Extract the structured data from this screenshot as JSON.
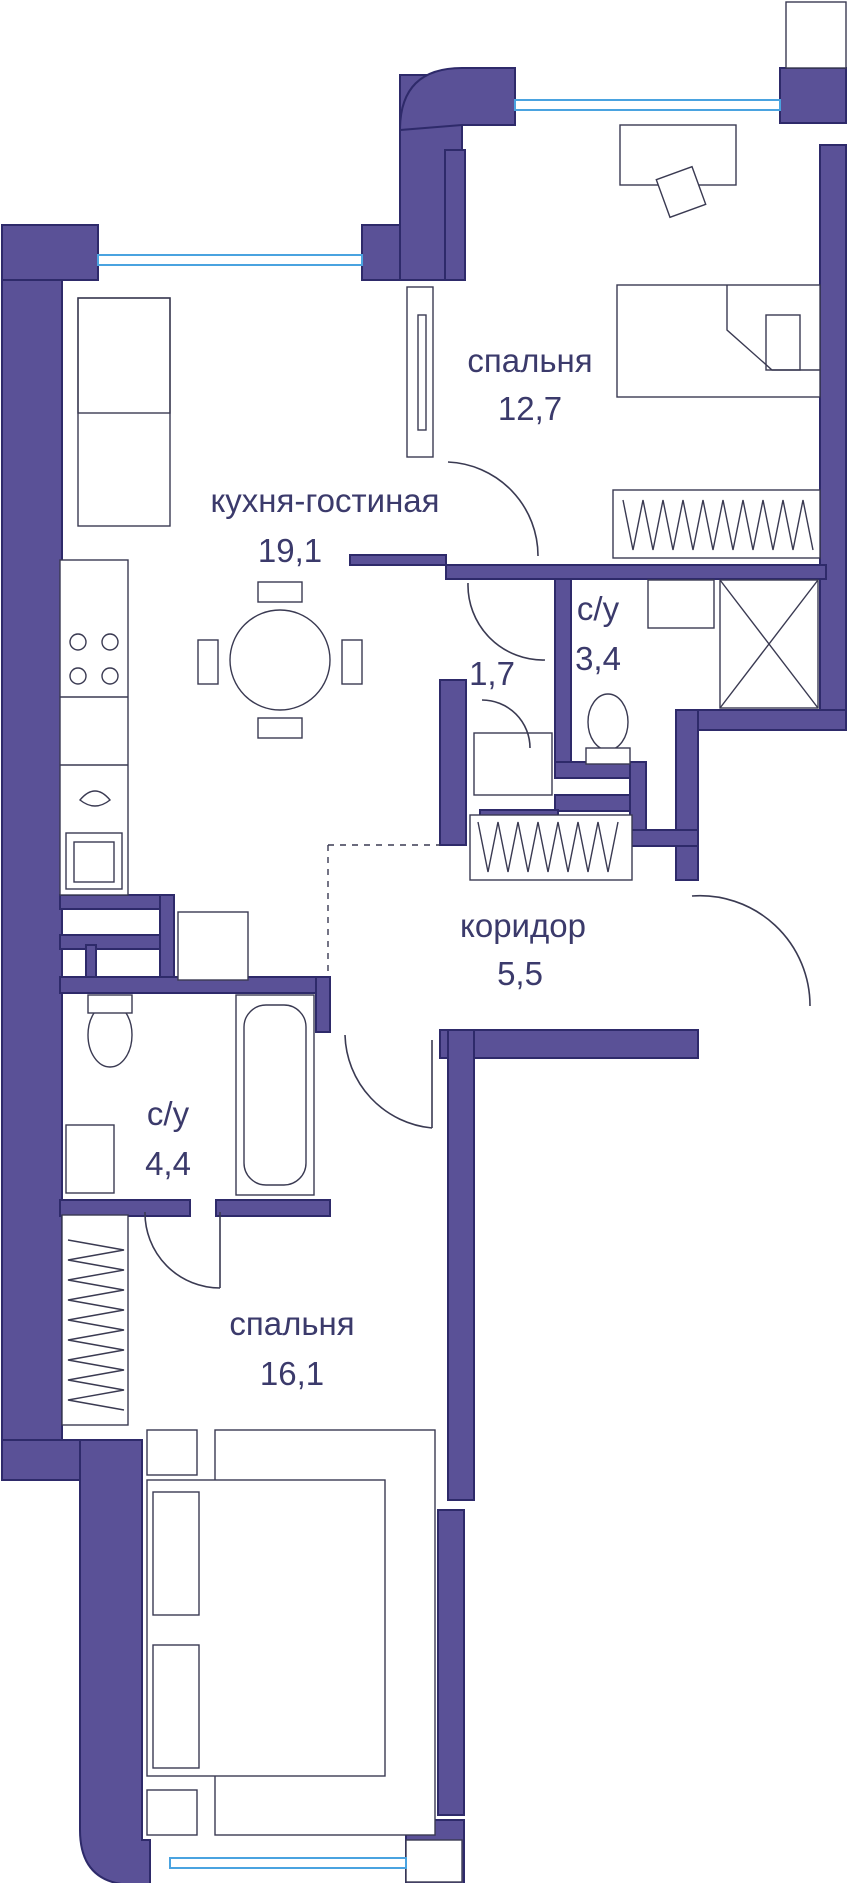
{
  "plan": {
    "colors": {
      "wall": "#5a5197",
      "text": "#3b3a6b",
      "window": "#4aa3e0",
      "line": "#3a3a52"
    },
    "rooms": [
      {
        "name": "кухня-гостиная",
        "area": "19,1"
      },
      {
        "name": "спальня",
        "area": "12,7"
      },
      {
        "name": "с/у",
        "area": "3,4"
      },
      {
        "name": "",
        "area": "1,7"
      },
      {
        "name": "коридор",
        "area": "5,5"
      },
      {
        "name": "с/у",
        "area": "4,4"
      },
      {
        "name": "спальня",
        "area": "16,1"
      }
    ]
  }
}
